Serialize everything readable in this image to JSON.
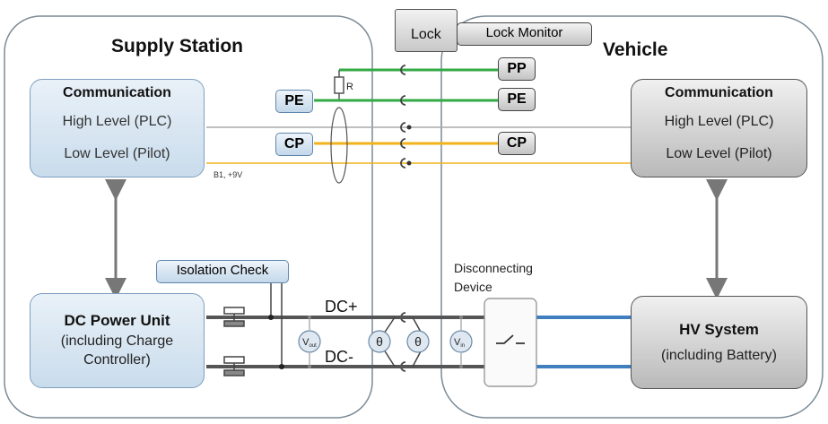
{
  "supply": {
    "title": "Supply Station",
    "communication": {
      "title": "Communication",
      "high_level": "High Level (PLC)",
      "low_level": "Low Level (Pilot)"
    },
    "dc_power_unit": {
      "title": "DC Power Unit",
      "line1": "(including Charge",
      "line2": "Controller)"
    },
    "pe_tag": "PE",
    "cp_tag": "CP",
    "resistor_label": "R",
    "pilot_state": "B1, +9V",
    "isolation_check": "Isolation Check"
  },
  "vehicle": {
    "title": "Vehicle",
    "communication": {
      "title": "Communication",
      "high_level": "High Level (PLC)",
      "low_level": "Low Level (Pilot)"
    },
    "hv_system": {
      "title": "HV System",
      "line1": "(including Battery)"
    },
    "pp_tag": "PP",
    "pe_tag": "PE",
    "cp_tag": "CP",
    "disconnecting_device": [
      "Disconnecting",
      "Device"
    ]
  },
  "connector": {
    "lock": "Lock",
    "lock_monitor": "Lock Monitor"
  },
  "dc_lines": {
    "plus": "DC+",
    "minus": "DC-"
  },
  "meters": {
    "v_out": "V",
    "v_out_sub": "out",
    "theta_1": "θ",
    "theta_2": "θ",
    "v_in": "V",
    "v_in_sub": "in"
  },
  "colors": {
    "pe_line": "#33aa44",
    "cp_line": "#f2b21b",
    "dc_line_supply": "#555555",
    "dc_line_vehicle": "#3f7fc0",
    "plc_line": "#aaaaaa"
  }
}
